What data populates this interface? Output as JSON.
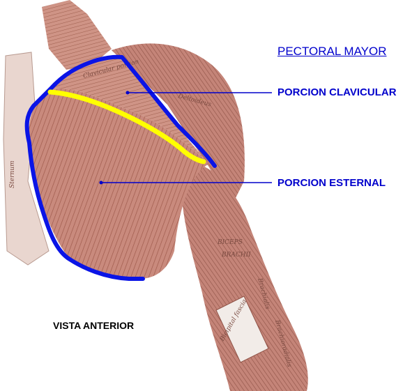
{
  "title": "PECTORAL MAYOR",
  "labels": {
    "clavicular": "PORCION CLAVICULAR",
    "esternal": "PORCION ESTERNAL",
    "view": "VISTA ANTERIOR"
  },
  "engraved_labels": {
    "sternum": "Sternum",
    "clavicular": "Clavicular portion",
    "deltoid": "Deltoideus",
    "biceps": "BICEPS",
    "brachii": "BRACHII",
    "brachialis": "Brachialis",
    "brachioradialis": "Brachioradialis",
    "bicipital": "Bicipital fascia"
  },
  "colors": {
    "outline": "#0a14e6",
    "clavicular_divider": "#ffff00",
    "leader": "#0000cc",
    "label": "#0000cc",
    "muscle": "#c98a7d",
    "muscle_dark": "#9e5a4c"
  }
}
